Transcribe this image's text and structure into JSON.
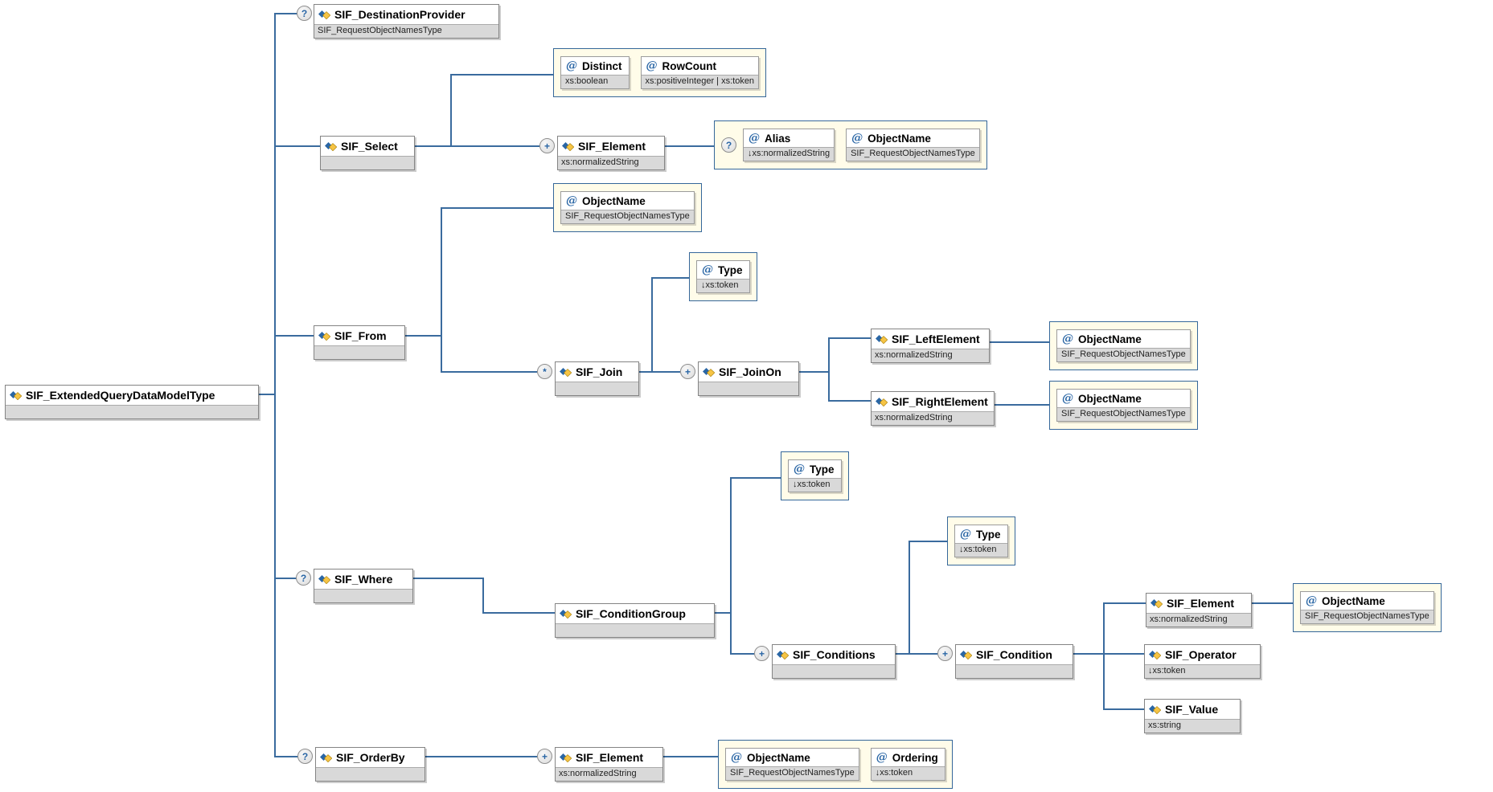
{
  "icons": {
    "attribute_glyph": "@"
  },
  "nodes": {
    "root": {
      "label": "SIF_ExtendedQueryDataModelType",
      "type": ""
    },
    "dest": {
      "label": "SIF_DestinationProvider",
      "type": "SIF_RequestObjectNamesType",
      "occurs": "?"
    },
    "select": {
      "label": "SIF_Select",
      "type": ""
    },
    "sel_element": {
      "label": "SIF_Element",
      "type": "xs:normalizedString",
      "occurs": "+"
    },
    "from": {
      "label": "SIF_From",
      "type": ""
    },
    "join": {
      "label": "SIF_Join",
      "type": "",
      "occurs": "*"
    },
    "joinon": {
      "label": "SIF_JoinOn",
      "type": "",
      "occurs": "+"
    },
    "leftel": {
      "label": "SIF_LeftElement",
      "type": "xs:normalizedString"
    },
    "rightel": {
      "label": "SIF_RightElement",
      "type": "xs:normalizedString"
    },
    "where": {
      "label": "SIF_Where",
      "type": "",
      "occurs": "?"
    },
    "condgroup": {
      "label": "SIF_ConditionGroup",
      "type": ""
    },
    "conditions": {
      "label": "SIF_Conditions",
      "type": "",
      "occurs": "+"
    },
    "condition": {
      "label": "SIF_Condition",
      "type": "",
      "occurs": "+"
    },
    "cond_element": {
      "label": "SIF_Element",
      "type": "xs:normalizedString"
    },
    "operator": {
      "label": "SIF_Operator",
      "type": "↓xs:token"
    },
    "value": {
      "label": "SIF_Value",
      "type": "xs:string"
    },
    "orderby": {
      "label": "SIF_OrderBy",
      "type": "",
      "occurs": "?"
    },
    "ob_element": {
      "label": "SIF_Element",
      "type": "xs:normalizedString",
      "occurs": "+"
    }
  },
  "attribute_groups": {
    "select_flags": {
      "attrs": [
        {
          "label": "Distinct",
          "type": "xs:boolean"
        },
        {
          "label": "RowCount",
          "type": "xs:positiveInteger | xs:token"
        }
      ]
    },
    "select_element_attrs": {
      "occurs": "?",
      "attrs": [
        {
          "label": "Alias",
          "type": "↓xs:normalizedString"
        },
        {
          "label": "ObjectName",
          "type": "SIF_RequestObjectNamesType"
        }
      ]
    },
    "from_attrs": {
      "attrs": [
        {
          "label": "ObjectName",
          "type": "SIF_RequestObjectNamesType"
        }
      ]
    },
    "join_type": {
      "attrs": [
        {
          "label": "Type",
          "type": "↓xs:token"
        }
      ]
    },
    "left_attrs": {
      "attrs": [
        {
          "label": "ObjectName",
          "type": "SIF_RequestObjectNamesType"
        }
      ]
    },
    "right_attrs": {
      "attrs": [
        {
          "label": "ObjectName",
          "type": "SIF_RequestObjectNamesType"
        }
      ]
    },
    "condgroup_type": {
      "attrs": [
        {
          "label": "Type",
          "type": "↓xs:token"
        }
      ]
    },
    "conditions_type": {
      "attrs": [
        {
          "label": "Type",
          "type": "↓xs:token"
        }
      ]
    },
    "cond_element_attrs": {
      "attrs": [
        {
          "label": "ObjectName",
          "type": "SIF_RequestObjectNamesType"
        }
      ]
    },
    "orderby_element_attrs": {
      "attrs": [
        {
          "label": "ObjectName",
          "type": "SIF_RequestObjectNamesType"
        },
        {
          "label": "Ordering",
          "type": "↓xs:token"
        }
      ]
    }
  }
}
